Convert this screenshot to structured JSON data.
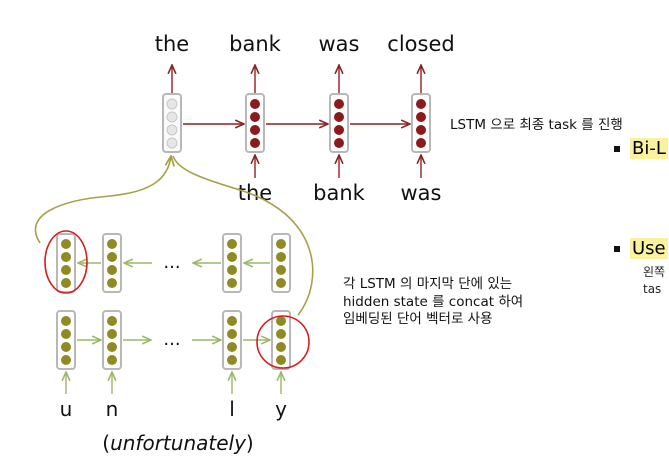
{
  "top_words": [
    "the",
    "bank",
    "was",
    "closed"
  ],
  "bottom_words": [
    "the",
    "bank",
    "was"
  ],
  "char_labels": [
    "u",
    "n",
    "l",
    "y"
  ],
  "ellipsis": "...",
  "word_caption_italic": "unfortunately",
  "word_caption_open": "(",
  "word_caption_close": ")",
  "note_top": "LSTM 으로 최종 task 를 진행",
  "note_side": [
    "각 LSTM 의 마지막 단에 있는",
    "hidden state 를 concat 하여",
    "임베딩된 단어 벡터로 사용"
  ],
  "bullets": [
    {
      "text": "Bi-L"
    },
    {
      "text": "Use"
    }
  ],
  "sub_text": [
    "왼쪽",
    "tas"
  ],
  "colors": {
    "arrow": "#8b2323",
    "dot_red": "#8b1a1a",
    "dot_olive": "#8f8a24",
    "curve": "#a6a14a",
    "green_arrow": "#9bb86a",
    "circle": "#d32020",
    "box_border": "#b8b8b8"
  }
}
